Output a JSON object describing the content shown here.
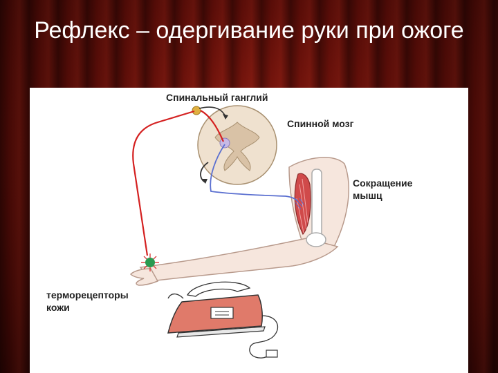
{
  "slide": {
    "title": "Рефлекс – одергивание руки при ожоге"
  },
  "diagram": {
    "labels": {
      "ganglion": "Спинальный ганглий",
      "spinal_cord": "Спинной мозг",
      "contraction_line1": "Сокращение",
      "contraction_line2": "мышц",
      "receptors_line1": "терморецепторы",
      "receptors_line2": "кожи"
    },
    "colors": {
      "sensory_nerve": "#d42020",
      "motor_nerve": "#5a6fd0",
      "muscle": "#d04a4a",
      "skin": "#f6e6dd",
      "receptor": "#2a9a50"
    }
  }
}
